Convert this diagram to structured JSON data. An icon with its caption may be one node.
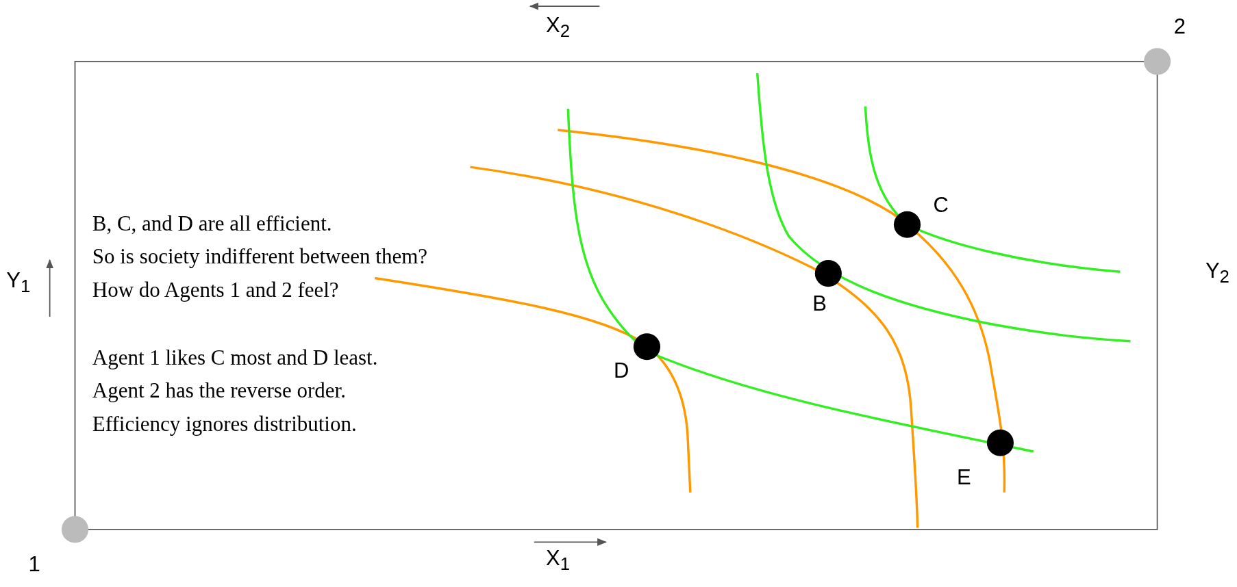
{
  "diagram": {
    "labels": [
      "X$_{2}$",
      "2",
      "C",
      "B, C, and D are all efficient.",
      "So is society indifferent between them?",
      "How do Agents 1 and 2 feel?",
      "Y$_{1}$",
      "B",
      "Y$_{2}$",
      "D",
      "Agent 1 likes C most and D least.",
      "Agent 2 has the reverse order.",
      "Efficiency ignores distribution.",
      "E",
      "1",
      "X$_{1}$"
    ]
  }
}
